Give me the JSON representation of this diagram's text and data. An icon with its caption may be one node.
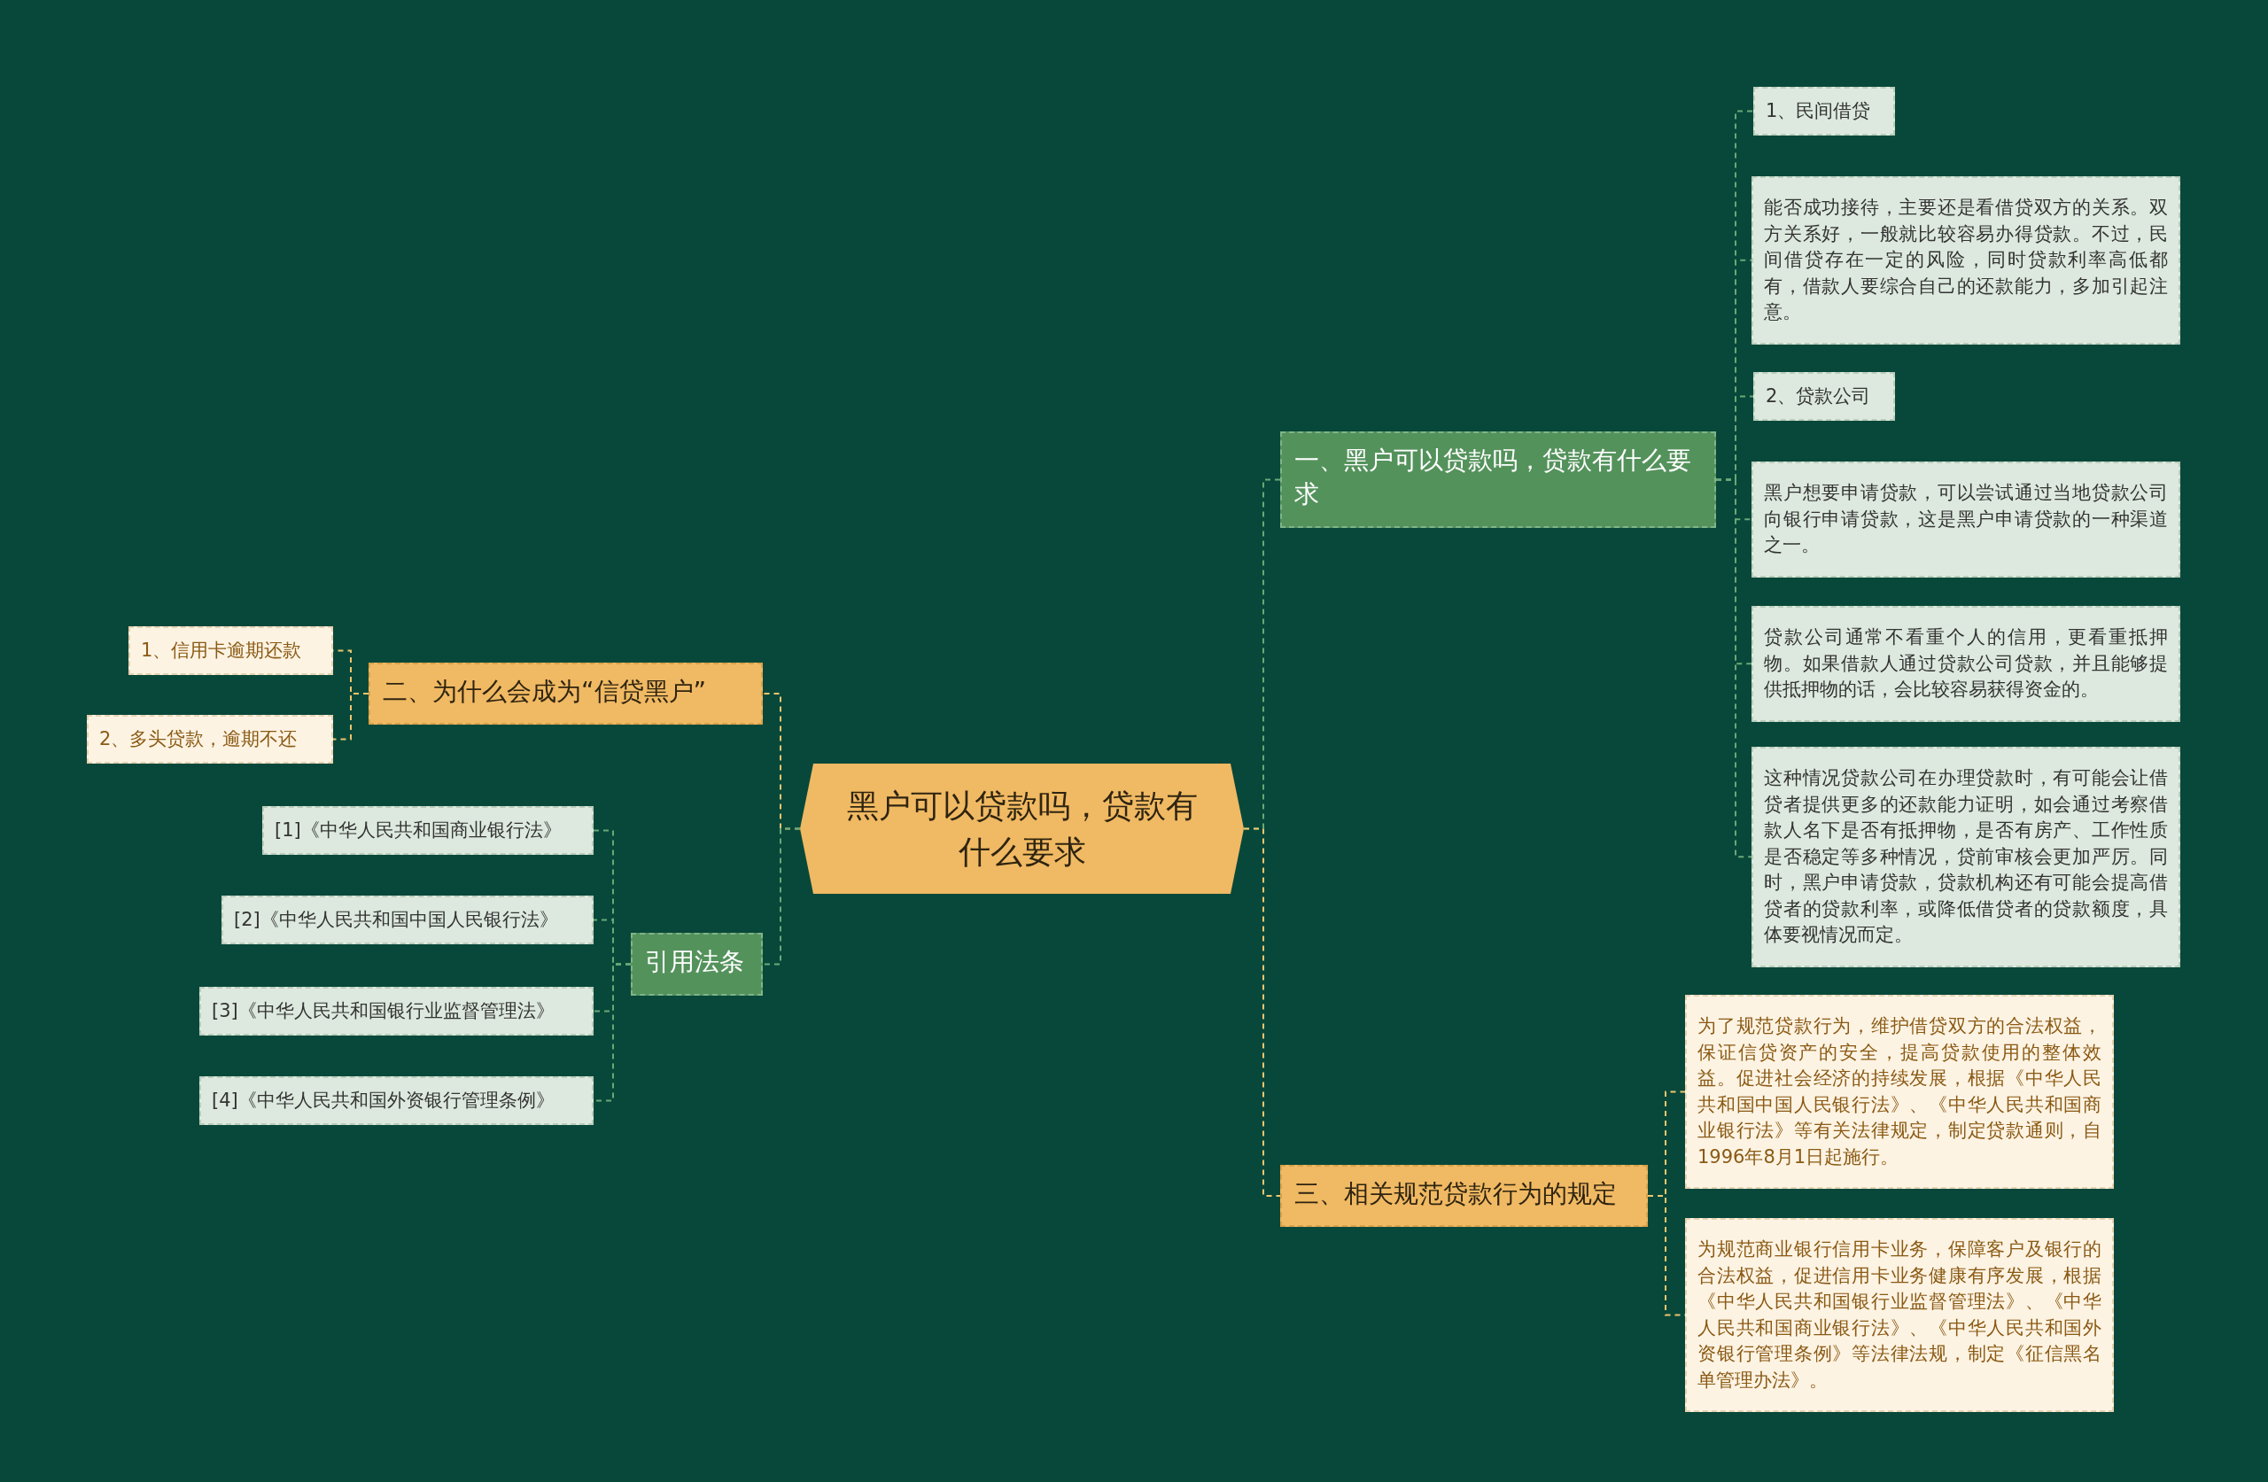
{
  "diagram": {
    "nodes": [
      {
        "text": [
          "黑户可以贷款吗，贷款有什么要求"
        ]
      },
      {
        "text": [
          "一、黑户可以贷款吗，贷款有什么要求"
        ]
      },
      {
        "text": [
          "1、民间借贷"
        ]
      },
      {
        "text": [
          "能否成功接待，主要还是看借贷双方的关系。双方关系好，一般就比较容易办得贷款。不过，民间借贷存在一定的风险，同时贷款利率高低都有，借款人要综合自己的还款能力，多加引起注意。"
        ]
      },
      {
        "text": [
          "2、贷款公司"
        ]
      },
      {
        "text": [
          "黑户想要申请贷款，可以尝试通过当地贷款公司向银行申请贷款，这是黑户申请贷款的一种渠道之一。"
        ]
      },
      {
        "text": [
          "贷款公司通常不看重个人的信用，更看重抵押物。如果借款人通过贷款公司贷款，并且能够提供抵押物的话，会比较容易获得资金的。"
        ]
      },
      {
        "text": [
          "这种情况贷款公司在办理贷款时，有可能会让借贷者提供更多的还款能力证明，如会通过考察借款人名下是否有抵押物，是否有房产、工作性质是否稳定等多种情况，贷前审核会更加严厉。同时，黑户申请贷款，贷款机构还有可能会提高借贷者的贷款利率，或降低借贷者的贷款额度，具体要视情况而定。"
        ]
      },
      {
        "text": [
          "三、相关规范贷款行为的规定"
        ]
      },
      {
        "text": [
          "为了规范贷款行为，维护借贷双方的合法权益，保证信贷资产的安全，提高贷款使用的整体效益。促进社会经济的持续发展，根据《中华人民共和国中国人民银行法》、《中华人民共和国商业银行法》等有关法律规定，制定贷款通则，自1996年8月1日起施行。"
        ]
      },
      {
        "text": [
          "为规范商业银行信用卡业务，保障客户及银行的合法权益，促进信用卡业务健康有序发展，根据《中华人民共和国银行业监督管理法》、《中华人民共和国商业银行法》、《中华人民共和国外资银行管理条例》等法律法规，制定《征信黑名单管理办法》。"
        ]
      },
      {
        "text": [
          "二、为什么会成为“信贷黑户”"
        ]
      },
      {
        "text": [
          "1、信用卡逾期还款"
        ]
      },
      {
        "text": [
          "2、多头贷款，逾期不还"
        ]
      },
      {
        "text": [
          "引用法条"
        ]
      },
      {
        "text": [
          "[1]《中华人民共和国商业银行法》"
        ]
      },
      {
        "text": [
          "[2]《中华人民共和国中国人民银行法》"
        ]
      },
      {
        "text": [
          "[3]《中华人民共和国银行业监督管理法》"
        ]
      },
      {
        "text": [
          "[4]《中华人民共和国外资银行管理条例》"
        ]
      }
    ],
    "edges": [
      {
        "from": 0,
        "to": 1,
        "arrow": "none"
      },
      {
        "from": 1,
        "to": 2,
        "arrow": "none"
      },
      {
        "from": 1,
        "to": 3,
        "arrow": "none"
      },
      {
        "from": 1,
        "to": 4,
        "arrow": "none"
      },
      {
        "from": 1,
        "to": 5,
        "arrow": "none"
      },
      {
        "from": 1,
        "to": 6,
        "arrow": "none"
      },
      {
        "from": 1,
        "to": 7,
        "arrow": "none"
      },
      {
        "from": 0,
        "to": 8,
        "arrow": "none",
        "color": "#eec66e"
      },
      {
        "from": 8,
        "to": 9,
        "arrow": "none",
        "color": "#eec66e"
      },
      {
        "from": 8,
        "to": 10,
        "arrow": "none",
        "color": "#eec66e"
      },
      {
        "from": 0,
        "to": 11,
        "arrow": "none",
        "color": "#eec66e"
      },
      {
        "from": 11,
        "to": 12,
        "arrow": "none",
        "color": "#eec66e"
      },
      {
        "from": 11,
        "to": 13,
        "arrow": "none",
        "color": "#eec66e"
      },
      {
        "from": 0,
        "to": 14,
        "arrow": "none"
      },
      {
        "from": 14,
        "to": 15,
        "arrow": "none"
      },
      {
        "from": 14,
        "to": 16,
        "arrow": "none"
      },
      {
        "from": 14,
        "to": 17,
        "arrow": "none"
      },
      {
        "from": 14,
        "to": 18,
        "arrow": "none"
      }
    ]
  }
}
